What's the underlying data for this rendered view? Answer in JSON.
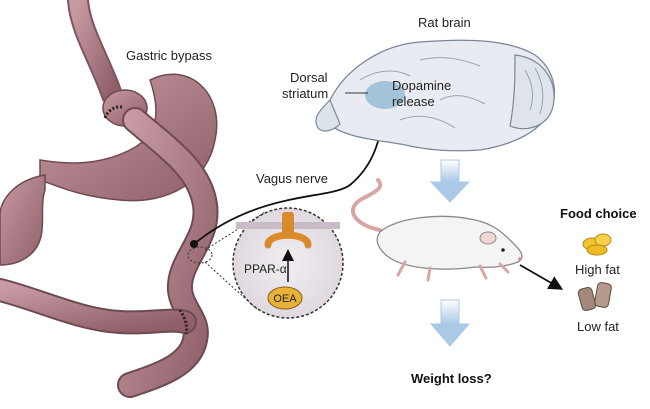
{
  "labels": {
    "gastric_bypass": "Gastric bypass",
    "rat_brain": "Rat brain",
    "dorsal": "Dorsal",
    "striatum": "striatum",
    "dopamine": "Dopamine",
    "release": "release",
    "vagus_nerve": "Vagus nerve",
    "ppar": "PPAR-α",
    "oea": "OEA",
    "food_choice": "Food choice",
    "high_fat": "High fat",
    "low_fat": "Low fat",
    "weight_loss": "Weight loss?"
  },
  "colors": {
    "gut": "#a97782",
    "gut_dark": "#6e4a52",
    "brain": "#e6ebf1",
    "striatum_highlight": "#8eb6cf",
    "arrow_blue": "#b9d5ec",
    "receptor": "#d98b2c",
    "oea_fill": "#e9b13a",
    "inset_bg": "#e9e5ea",
    "high_fat_food": "#f2c531",
    "low_fat_food": "#a3897b"
  }
}
